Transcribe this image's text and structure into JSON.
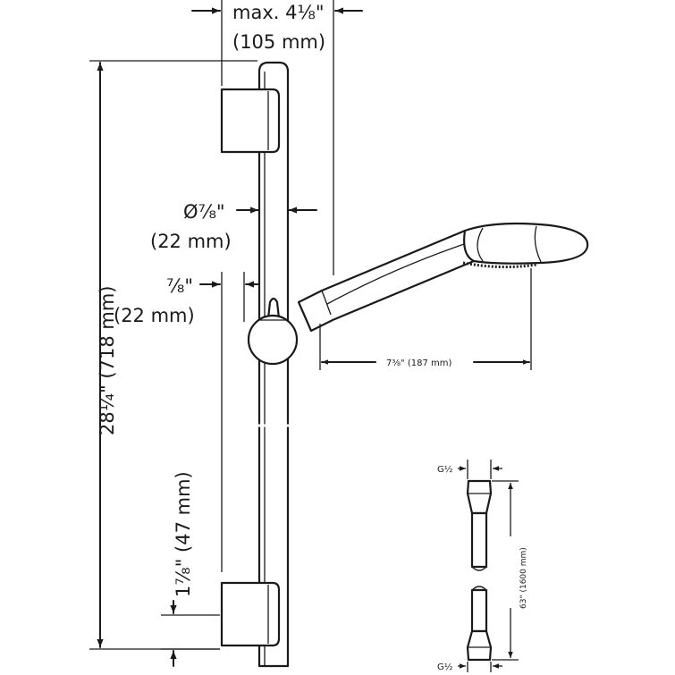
{
  "dimensions": {
    "max_offset": "max. 4⅛\"",
    "max_offset_mm": "(105 mm)",
    "diameter": "Ø⁷⁄₈\"",
    "diameter_mm": "(22 mm)",
    "bar_width": "⁷⁄₈\"",
    "bar_width_mm": "(22 mm)",
    "total_height": "28¼\" (718 mm)",
    "bracket_height": "1⁷⁄₈\" (47 mm)",
    "handshower_length": "7⅜\" (187 mm)",
    "hose_connection_top": "G½",
    "hose_connection_bottom": "G½",
    "hose_length": "63\" (1600 mm)"
  },
  "colors": {
    "line": "#1a1a1a",
    "background": "#ffffff"
  }
}
